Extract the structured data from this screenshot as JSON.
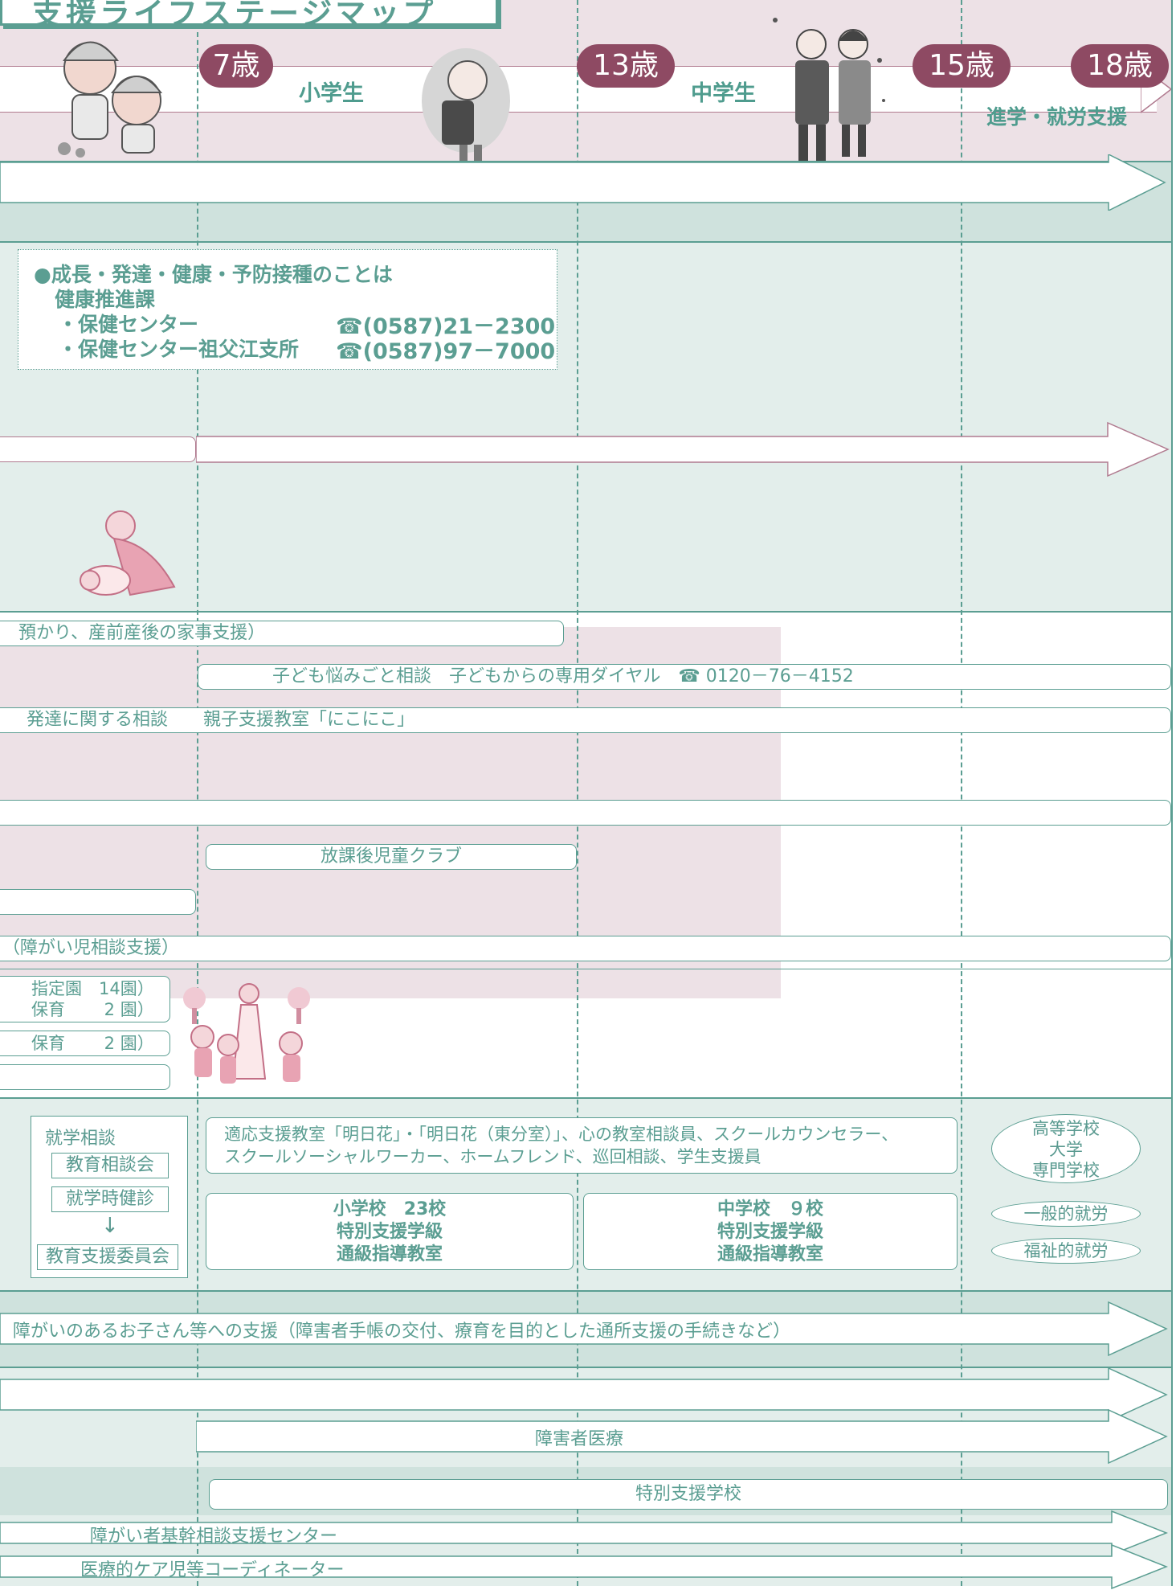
{
  "title": "支援ライフステージマップ",
  "ages": [
    "7歳",
    "13歳",
    "15歳",
    "18歳"
  ],
  "stages": {
    "elementary": "小学生",
    "junior_high": "中学生",
    "advancement": "進学・就労支援"
  },
  "health_info": {
    "heading": "●成長・発達・健康・予防接種のことは",
    "dept": "健康推進課",
    "line1_label": "・保健センター",
    "line1_phone": "☎(0587)21－2300",
    "line2_label": "・保健センター祖父江支所",
    "line2_phone": "☎(0587)97－7000"
  },
  "services": {
    "housework": "預かり、産前産後の家事支援）",
    "child_hotline": "子ども悩みごと相談　子どもからの専用ダイヤル　☎ 0120－76－4152",
    "development": "発達に関する相談　　親子支援教室「にこにこ」",
    "after_school": "放課後児童クラブ",
    "disabled_child_consult": "（障がい児相談支援）",
    "nursery_1a": "指定園　14園）",
    "nursery_1b": "保育　　 2 園）",
    "nursery_2": "保育　　 2 園）"
  },
  "education": {
    "enroll_title": "就学相談",
    "enroll_items": [
      "教育相談会",
      "就学時健診"
    ],
    "arrow": "↓",
    "committee": "教育支援委員会",
    "support_line1": "適応支援教室「明日花」・「明日花（東分室）」、心の教室相談員、スクールカウンセラー、",
    "support_line2": "スクールソーシャルワーカー、ホームフレンド、巡回相談、学生支援員",
    "elementary": [
      "小学校　23校",
      "特別支援学級",
      "通級指導教室"
    ],
    "junior": [
      "中学校　９校",
      "特別支援学級",
      "通級指導教室"
    ],
    "higher": [
      "高等学校",
      "大学",
      "専門学校"
    ],
    "general_work": "一般的就労",
    "welfare_work": "福祉的就労"
  },
  "disability": {
    "support": "障がいのあるお子さん等への支援（障害者手帳の交付、療育を目的とした通所支援の手続きなど）",
    "medical": "障害者医療",
    "special_school": "特別支援学校",
    "center": "障がい者基幹相談支援センター",
    "coordinator": "医療的ケア児等コーディネーター"
  },
  "colors": {
    "teal": "#5b9e92",
    "pink_band": "#ede1e6",
    "teal_band": "#cfe2dd",
    "light_teal": "#e3eeeb",
    "age_badge": "#8e4a63"
  }
}
